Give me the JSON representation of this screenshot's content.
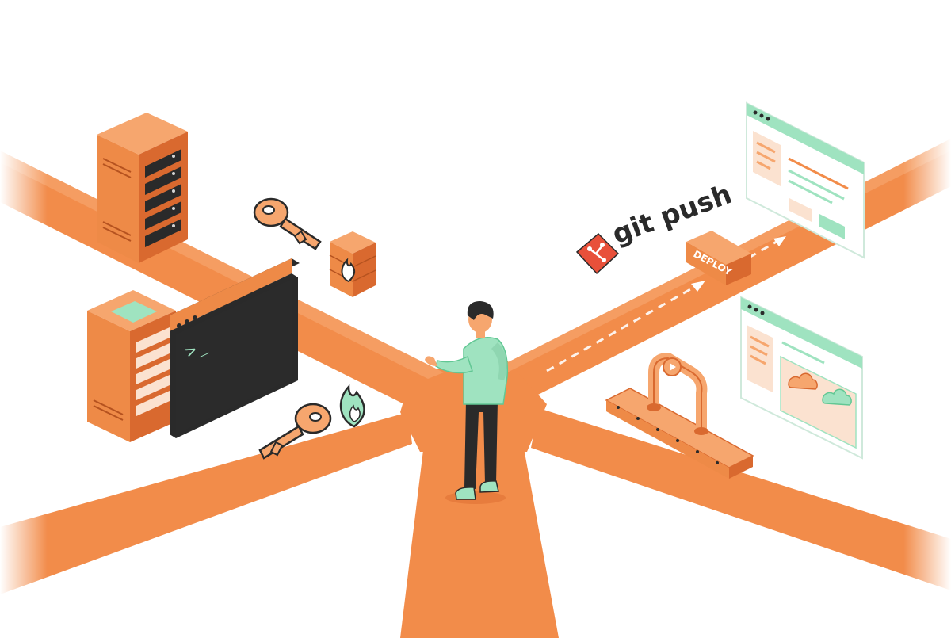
{
  "terminal": {
    "prompt": ">_"
  },
  "git_label": {
    "text": "git push"
  },
  "deploy_sign": {
    "text": "DEPLOY"
  },
  "colors": {
    "road": "#F28C4A",
    "road_light": "#F6A46C",
    "orange_dark": "#D9692F",
    "orange_mid": "#EE8A47",
    "orange_light": "#F6A66E",
    "mint": "#9FE3C0",
    "mint_dark": "#62C794",
    "peach": "#FBE2D0",
    "ink": "#2A2A2A",
    "terminal_bg": "#2B2B2B",
    "git_red": "#E8503A"
  },
  "icons": [
    "server-rack-icon",
    "key-icon",
    "firewall-icon",
    "flame-icon",
    "terminal-icon",
    "git-logo-icon",
    "deploy-sign-icon",
    "browser-window-icon",
    "cloud-icon",
    "conveyor-icon",
    "person-figure"
  ]
}
